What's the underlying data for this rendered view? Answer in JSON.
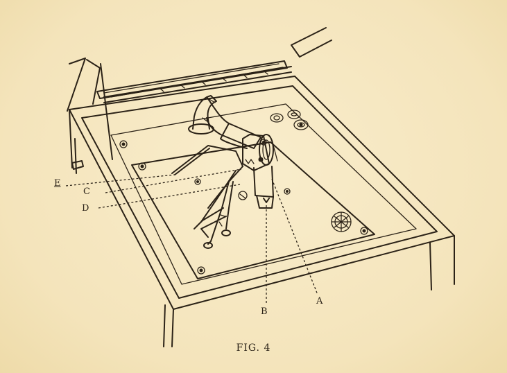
{
  "figure": {
    "caption": "FIG. 4",
    "labels": {
      "a": "A",
      "b": "B",
      "c": "C",
      "d": "D",
      "e": "E"
    }
  }
}
